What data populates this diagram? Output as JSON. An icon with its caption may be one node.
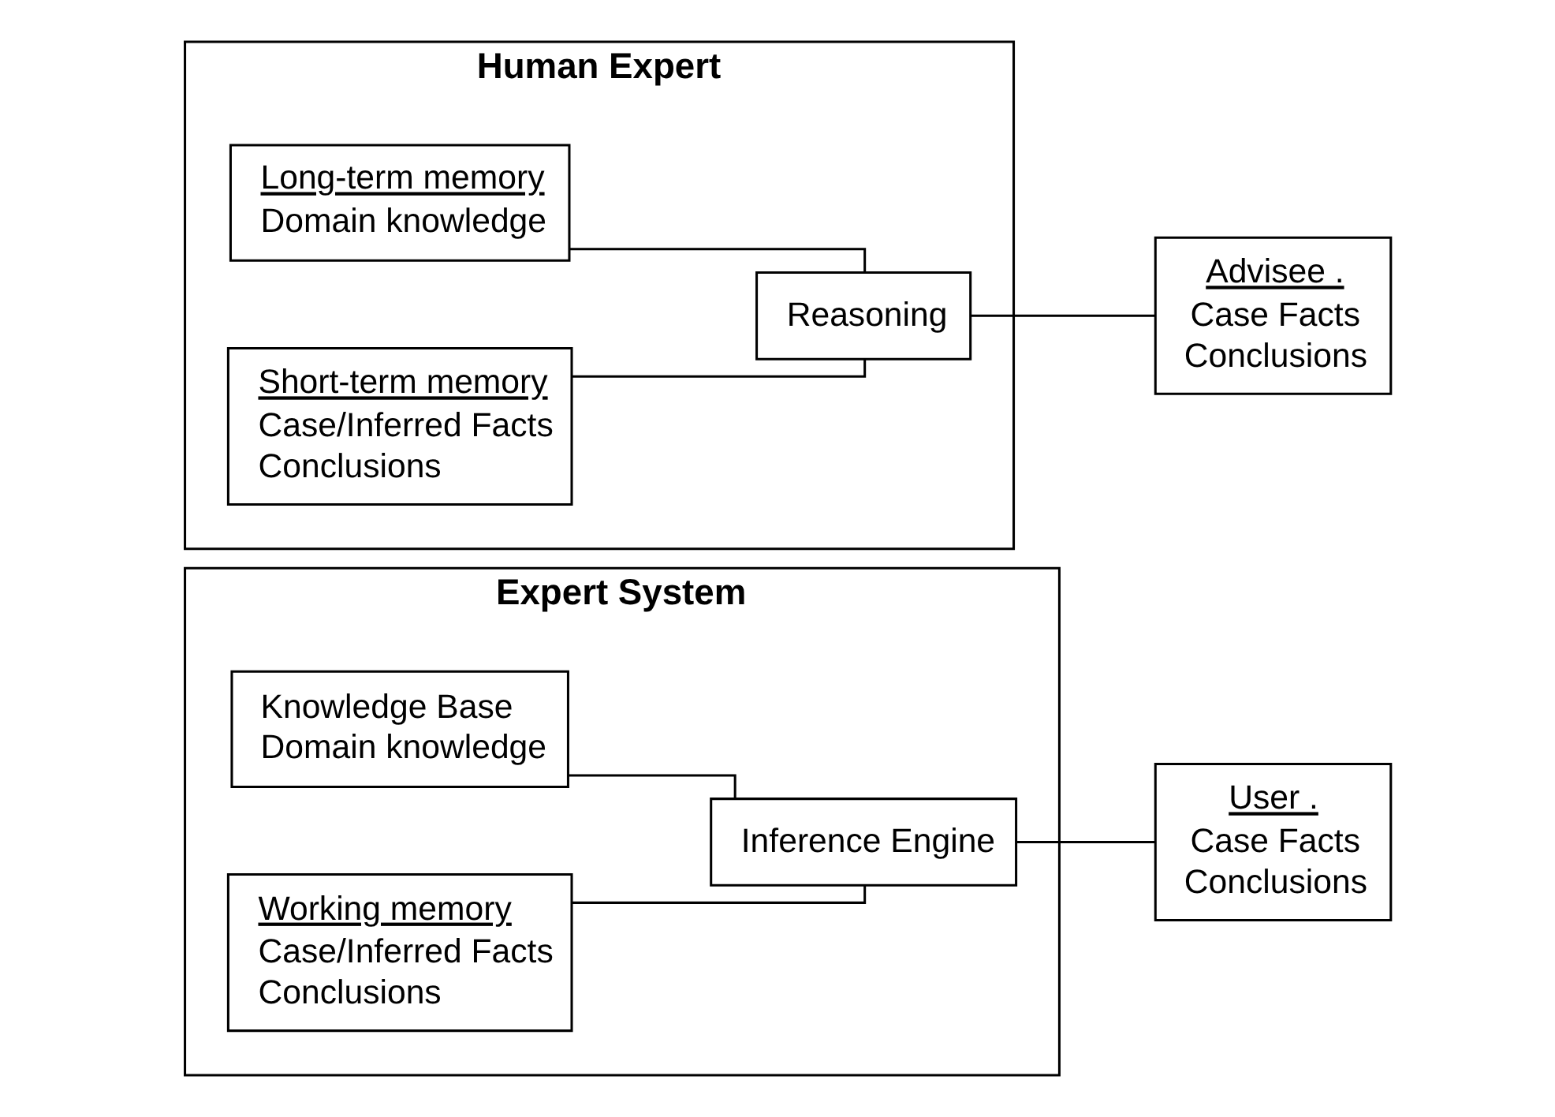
{
  "diagram": {
    "nodes": [
      {
        "text": [
          "Human Expert"
        ]
      },
      {
        "text": [
          "Long-term memory",
          "Domain knowledge"
        ],
        "in": 0
      },
      {
        "text": [
          "Short-term memory",
          "Case/Inferred Facts",
          "Conclusions"
        ],
        "in": 0
      },
      {
        "text": [
          "Reasoning"
        ],
        "in": 0
      },
      {
        "text": [
          "Advisee .",
          "Case Facts",
          "Conclusions"
        ]
      },
      {
        "text": [
          "Expert System"
        ]
      },
      {
        "text": [
          "Knowledge Base",
          "Domain knowledge"
        ],
        "in": 5
      },
      {
        "text": [
          "Working memory",
          "Case/Inferred Facts",
          "Conclusions"
        ],
        "in": 5
      },
      {
        "text": [
          "Inference Engine"
        ],
        "in": 5
      },
      {
        "text": [
          "User .",
          "Case Facts",
          "Conclusions"
        ]
      }
    ],
    "edges": [
      {
        "from": 1,
        "to": 3,
        "arrow": "none"
      },
      {
        "from": 2,
        "to": 3,
        "arrow": "none"
      },
      {
        "from": 3,
        "to": 4,
        "arrow": "none"
      },
      {
        "from": 6,
        "to": 8,
        "arrow": "none"
      },
      {
        "from": 7,
        "to": 8,
        "arrow": "none"
      },
      {
        "from": 8,
        "to": 9,
        "arrow": "none"
      }
    ]
  }
}
